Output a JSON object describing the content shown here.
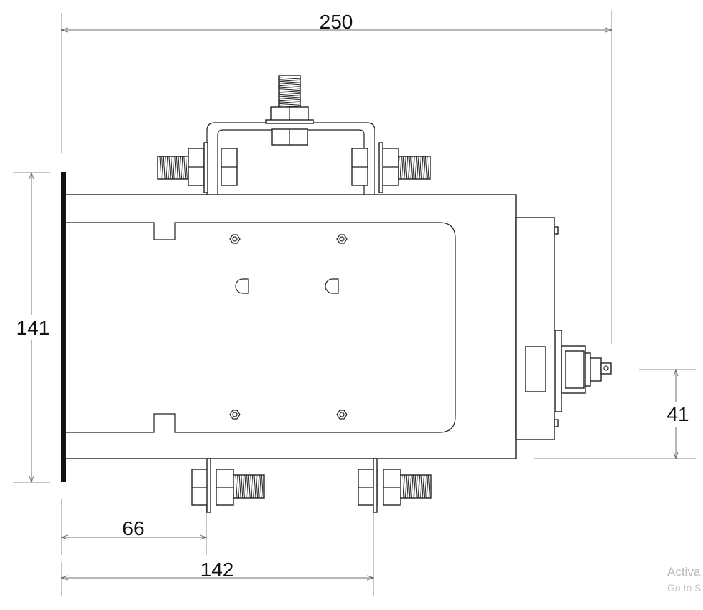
{
  "dimensions": {
    "overall_width": "250",
    "height": "141",
    "connector_offset": "41",
    "first_bolt_distance": "66",
    "second_bolt_distance": "142"
  },
  "watermark": {
    "line1": "Activa",
    "line2": "Go to S"
  },
  "colors": {
    "line": "#222222",
    "dimension_line": "#6f6f6f",
    "mounting_plate": "#111111",
    "watermark": "#b9b9b9"
  }
}
